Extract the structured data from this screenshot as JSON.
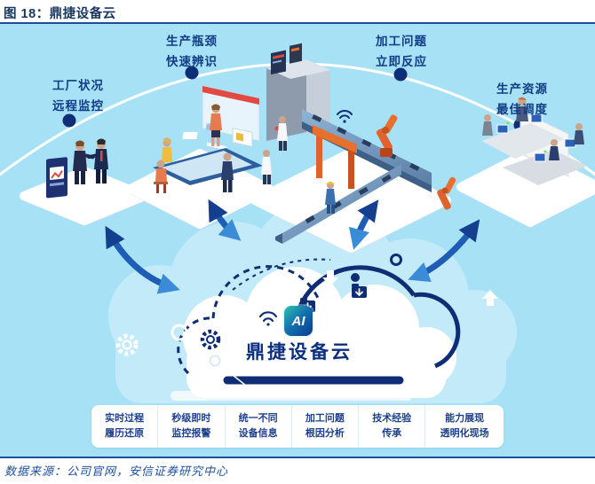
{
  "figure": {
    "title": "图 18：鼎捷设备云",
    "source": "数据来源：公司官网，安信证券研究中心"
  },
  "callouts": [
    {
      "id": "factory-remote-monitor",
      "line1": "工厂状况",
      "line2": "远程监控"
    },
    {
      "id": "bottleneck-identify",
      "line1": "生产瓶颈",
      "line2": "快速辨识"
    },
    {
      "id": "process-issue-react",
      "line1": "加工问题",
      "line2": "立即反应"
    },
    {
      "id": "resource-scheduling",
      "line1": "生产资源",
      "line2": "最佳调度"
    }
  ],
  "cloud": {
    "ai_label": "AI",
    "name": "鼎捷设备云"
  },
  "features": [
    {
      "line1": "实时过程",
      "line2": "履历还原"
    },
    {
      "line1": "秒级即时",
      "line2": "监控报警"
    },
    {
      "line1": "统一不同",
      "line2": "设备信息"
    },
    {
      "line1": "加工问题",
      "line2": "根因分析"
    },
    {
      "line1": "技术经验",
      "line2": "传承"
    },
    {
      "line1": "能力展现",
      "line2": "透明化现场"
    }
  ],
  "scenes": [
    {
      "name": "handshake-meeting"
    },
    {
      "name": "planning-table"
    },
    {
      "name": "production-line"
    },
    {
      "name": "office-monitoring"
    }
  ],
  "colors": {
    "background": "#a7e1f5",
    "cloud_light": "#c3eaf8",
    "navy": "#0e2d75",
    "arrow_blue": "#1f5cb5",
    "arrow_head_dark": "#143e8e",
    "arrow_head_light": "#3a8bd8",
    "label_navy": "#123c86",
    "title_navy": "#17375e",
    "rule_blue": "#1f4e9c",
    "source_blue": "#1c4fa1",
    "ai_gradient_start": "#2ec4ad",
    "ai_gradient_end": "#0a3a92",
    "accent_red": "#dd4a3e",
    "accent_orange": "#e2622b"
  }
}
